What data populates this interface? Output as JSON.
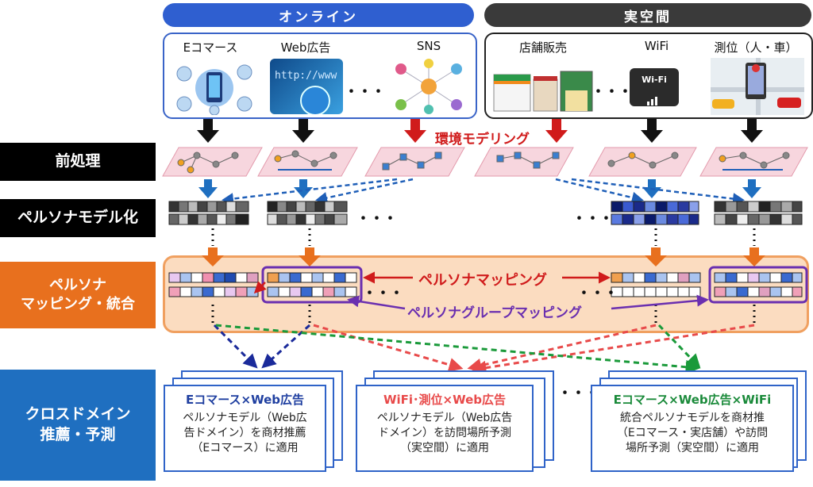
{
  "header": {
    "online": "オンライン",
    "real_space": "実空間"
  },
  "online_domains": {
    "ecommerce": "Eコマース",
    "web_ads": "Web広告",
    "sns": "SNS"
  },
  "real_domains": {
    "store_sales": "店舗販売",
    "wifi": "WiFi",
    "positioning": "測位（人・車）"
  },
  "stages": {
    "preprocess": "前処理",
    "persona_model": "ペルソナモデル化",
    "persona_mapping_line1": "ペルソナ",
    "persona_mapping_line2": "マッピング・統合",
    "cross_domain_line1": "クロスドメイン",
    "cross_domain_line2": "推薦・予測"
  },
  "annotations": {
    "env_modeling": "環境モデリング",
    "persona_mapping": "ペルソナマッピング",
    "persona_group_mapping": "ペルソナグループマッピング"
  },
  "wifi_sign": "Wi-Fi",
  "web_sign": "http://www",
  "cards": [
    {
      "title": "Eコマース×Web広告",
      "body1": "ペルソナモデル（Web広",
      "body2": "告ドメイン）を商材推薦",
      "body3": "（Eコマース）に適用"
    },
    {
      "title": "WiFi･測位×Web広告",
      "body1": "ペルソナモデル（Web広告",
      "body2": "ドメイン）を訪問場所予測",
      "body3": "（実空間）に適用"
    },
    {
      "title": "Eコマース×Web広告×WiFi",
      "body1": "統合ペルソナモデルを商材推",
      "body2": "（Eコマース・実店舗）や訪問",
      "body3": "場所予測（実空間）に適用"
    }
  ],
  "colors": {
    "online_blue": "#2f5fd0",
    "real_dark": "#3a3a3a",
    "stage_black": "#000000",
    "stage_orange": "#e8701e",
    "stage_blue": "#1f6fc0",
    "mapping_bg": "#fbdcc0",
    "red": "#d01b1b",
    "purple": "#6a2fb0",
    "green": "#1a9a3a"
  }
}
